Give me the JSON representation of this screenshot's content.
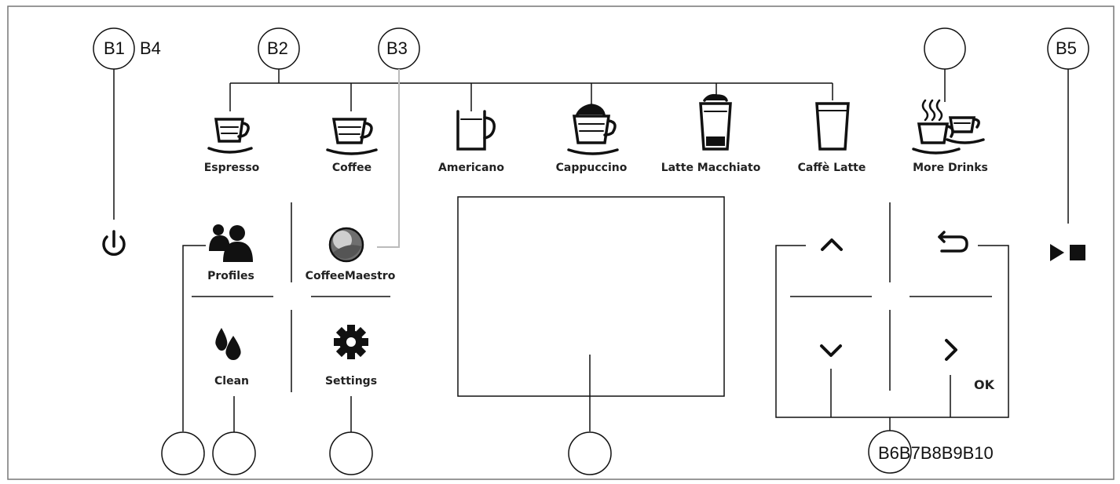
{
  "callouts": {
    "b1": "B1",
    "b4": "B4",
    "b2": "B2",
    "b3": "B3",
    "b5": "B5",
    "bottom_right": "B6B7B8B9B10"
  },
  "drinks": {
    "espresso": "Espresso",
    "coffee": "Coffee",
    "americano": "Americano",
    "cappuccino": "Cappuccino",
    "latte_macchiato": "Latte Macchiato",
    "caffe_latte": "Caffè Latte",
    "more_drinks": "More Drinks"
  },
  "menu": {
    "profiles": "Profiles",
    "coffeemaestro": "CoffeeMaestro",
    "clean": "Clean",
    "settings": "Settings"
  },
  "nav": {
    "ok": "OK"
  },
  "icons": {
    "power": "power-icon",
    "start_stop": "start-stop-icon",
    "up": "chevron-up-icon",
    "back": "back-arrow-icon",
    "down": "chevron-down-icon",
    "right": "chevron-right-icon"
  },
  "colors": {
    "ink": "#111111",
    "frame": "#777777",
    "guide": "#bbbbbb"
  }
}
